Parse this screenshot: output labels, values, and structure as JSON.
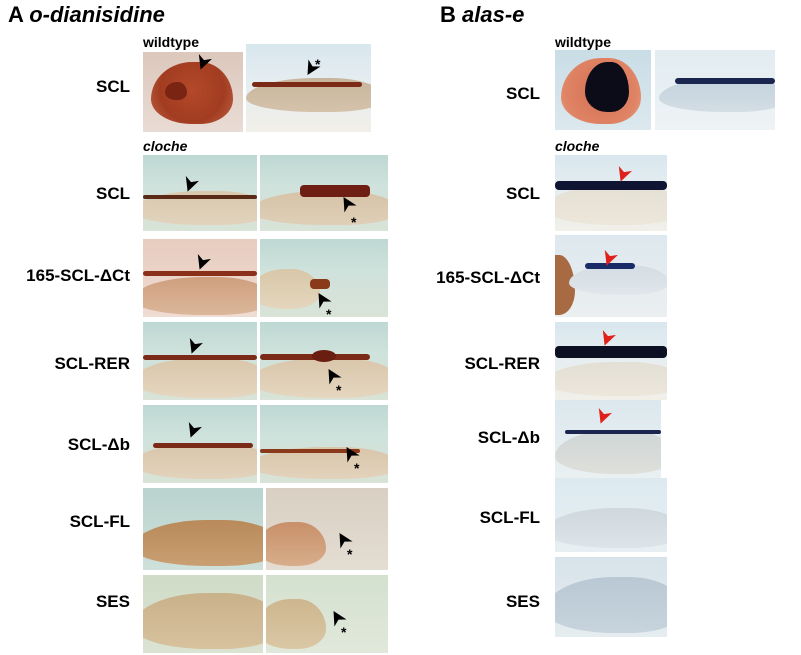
{
  "panel_a": {
    "letter": "A",
    "gene": "o-dianisidine",
    "wildtype_label": "wildtype",
    "cloche_label": "cloche",
    "rows": [
      "SCL",
      "SCL",
      "165-SCL-ΔCt",
      "SCL-RER",
      "SCL-Δb",
      "SCL-FL",
      "SES"
    ]
  },
  "panel_b": {
    "letter": "B",
    "gene": "alas-e",
    "wildtype_label": "wildtype",
    "cloche_label": "cloche",
    "rows": [
      "SCL",
      "SCL",
      "165-SCL-ΔCt",
      "SCL-RER",
      "SCL-Δb",
      "SCL-FL",
      "SES"
    ]
  },
  "colors": {
    "stain_a": "#7a2a16",
    "stain_b": "#101433",
    "arrow_black": "#000000",
    "arrow_red": "#e0201a"
  },
  "asterisk": "*"
}
